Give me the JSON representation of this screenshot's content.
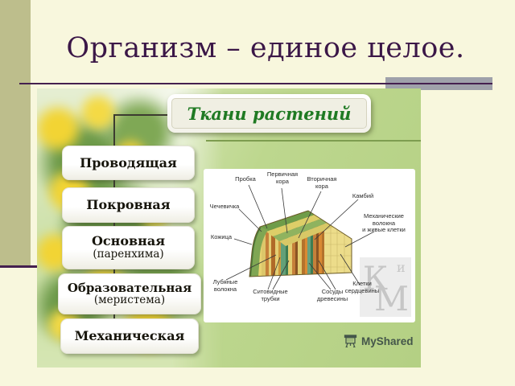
{
  "slide": {
    "title": "Организм – единое целое.",
    "colors": {
      "title": "#3B1747",
      "slide_bg": "#F8F7DD",
      "left_strip": "#BDBE8C",
      "rule_purple": "#45204F",
      "rule_gray": "#9FA1AA",
      "figure_bg_green": "#BCD68D",
      "header_text_green": "#1F7A23"
    }
  },
  "figure": {
    "header_label": "Ткани растений",
    "tissues": [
      {
        "label": "Проводящая"
      },
      {
        "label": "Покровная"
      },
      {
        "label": "Основная",
        "sub": "(паренхима)"
      },
      {
        "label": "Образовательная",
        "sub": "(меристема)"
      },
      {
        "label": "Механическая"
      }
    ],
    "diagram": {
      "labels": {
        "probka": "Пробка",
        "pervichnaya_kora": "Первичная\nкора",
        "vtorichnaya_kora": "Вторичная\nкора",
        "kambiy": "Камбий",
        "chechevichka": "Чечевичка",
        "kozhitsa": "Кожица",
        "mekhanicheskie_volokna": "Механические\nволокна\nи живые клетки",
        "lubyanye_volokna": "Лубяные\nволокна",
        "sitovidnye_trubki": "Ситовидные\nтрубки",
        "sosudy_drevesiny": "Сосуды\nдревесины",
        "kletki_serdtseviny": "Клетки\nсердцевины"
      },
      "watermark": {
        "letter_k": "К",
        "letter_i": "и",
        "letter_m": "М"
      }
    },
    "logo_label": "MyShared"
  }
}
